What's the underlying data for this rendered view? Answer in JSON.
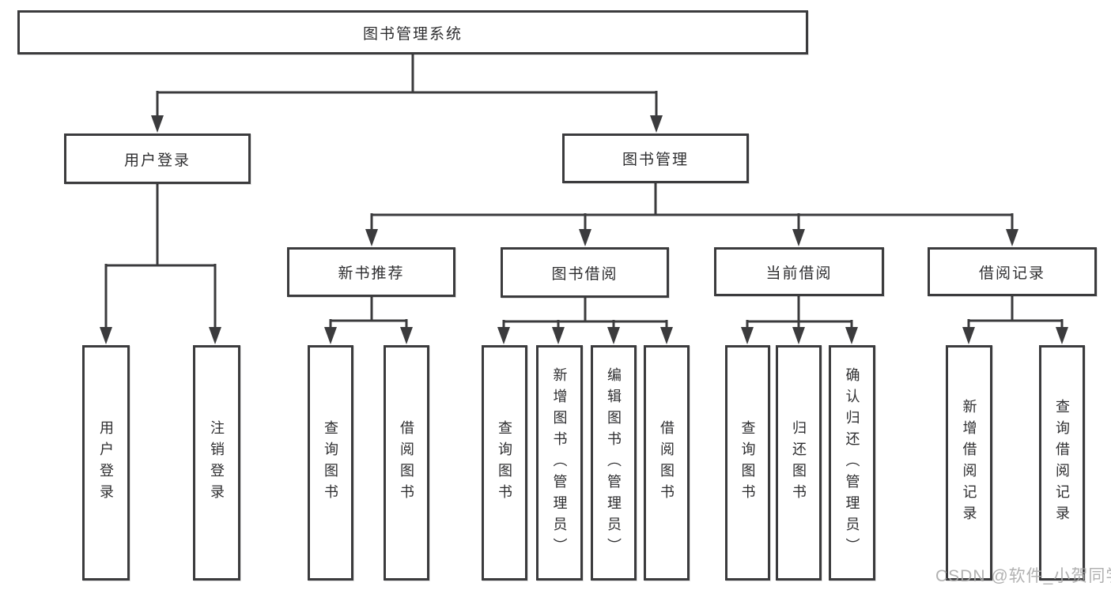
{
  "colors": {
    "line": "#3b3b3d",
    "text": "#2e2e30",
    "watermark": "#a9a9a9",
    "background": "#ffffff"
  },
  "watermark": {
    "text": "CSDN @软件_小贺同学"
  },
  "tree": {
    "root": {
      "label": "图书管理系统"
    },
    "children": [
      {
        "label": "用户登录",
        "children": [
          {
            "label": "用户登录"
          },
          {
            "label": "注销登录"
          }
        ]
      },
      {
        "label": "图书管理",
        "children": [
          {
            "label": "新书推荐",
            "children": [
              {
                "label": "查询图书"
              },
              {
                "label": "借阅图书"
              }
            ]
          },
          {
            "label": "图书借阅",
            "children": [
              {
                "label": "查询图书"
              },
              {
                "label": "新增图书（管理员）"
              },
              {
                "label": "编辑图书（管理员）"
              },
              {
                "label": "借阅图书"
              }
            ]
          },
          {
            "label": "当前借阅",
            "children": [
              {
                "label": "查询图书"
              },
              {
                "label": "归还图书"
              },
              {
                "label": "确认归还（管理员）"
              }
            ]
          },
          {
            "label": "借阅记录",
            "children": [
              {
                "label": "新增借阅记录"
              },
              {
                "label": "查询借阅记录"
              }
            ]
          }
        ]
      }
    ]
  }
}
